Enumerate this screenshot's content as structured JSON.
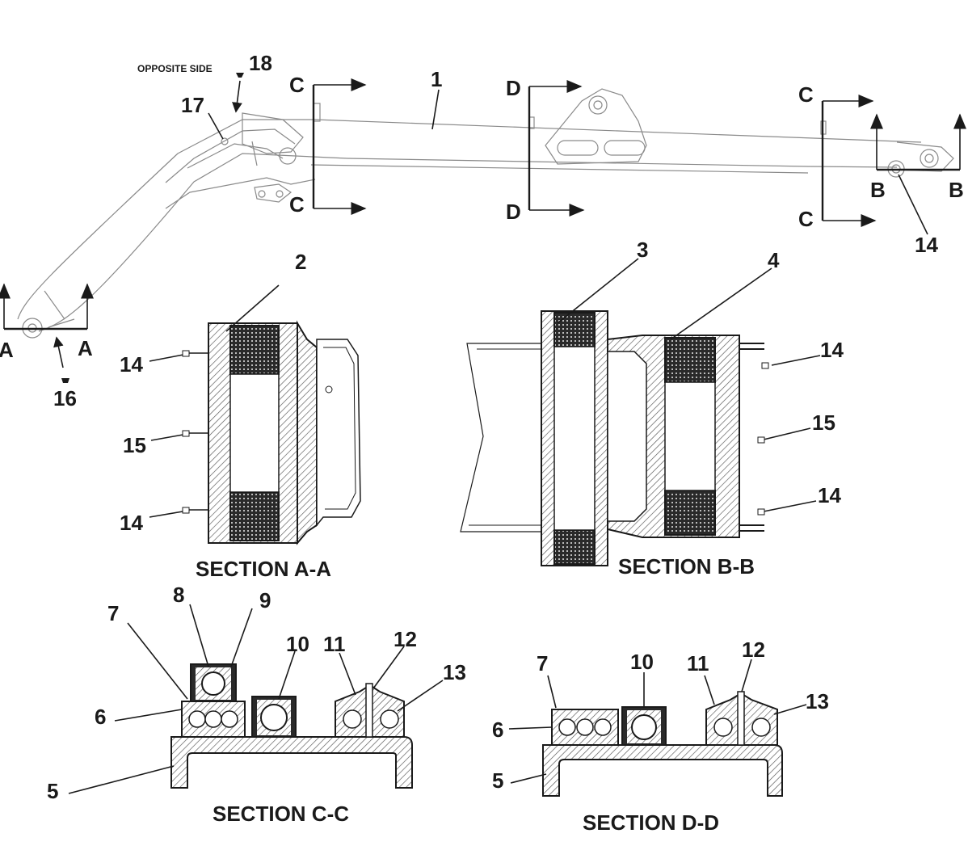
{
  "callouts": {
    "opposite_side": "OPPOSITE SIDE",
    "n1": "1",
    "n2": "2",
    "n3": "3",
    "n4": "4",
    "n5": "5",
    "n6": "6",
    "n7": "7",
    "n8": "8",
    "n9": "9",
    "n10": "10",
    "n11": "11",
    "n12": "12",
    "n13": "13",
    "n14": "14",
    "n15": "15",
    "n16": "16",
    "n17": "17",
    "n18": "18"
  },
  "section_letters": {
    "a": "A",
    "b": "B",
    "c": "C",
    "d": "D"
  },
  "section_titles": {
    "aa": "SECTION A-A",
    "bb": "SECTION B-B",
    "cc": "SECTION C-C",
    "dd": "SECTION D-D"
  }
}
